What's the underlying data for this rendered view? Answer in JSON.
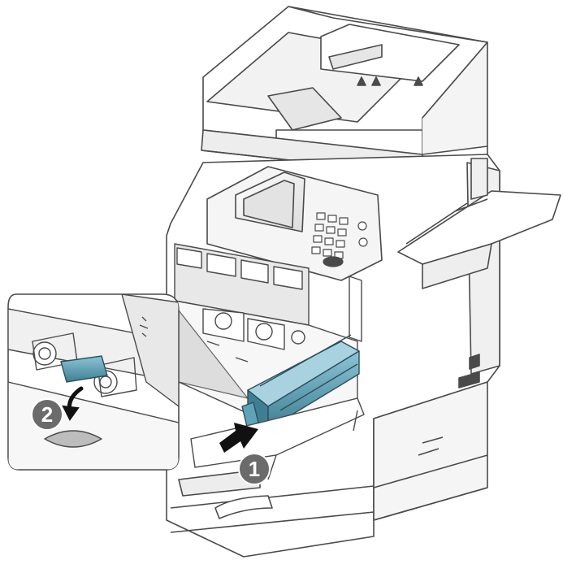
{
  "illustration": {
    "colors": {
      "outline": "#4a4a4a",
      "body": "#ffffff",
      "shade": "#e6e6e6",
      "dark_shade": "#bfbfbf",
      "highlight_part": "#5fa3b8",
      "highlight_part_dark": "#3f7f93",
      "step_marker": "#6b6b6b",
      "arrow": "#111111"
    },
    "steps": [
      {
        "number": "1",
        "action": "push-in"
      },
      {
        "number": "2",
        "action": "rotate-lever-down"
      }
    ]
  }
}
